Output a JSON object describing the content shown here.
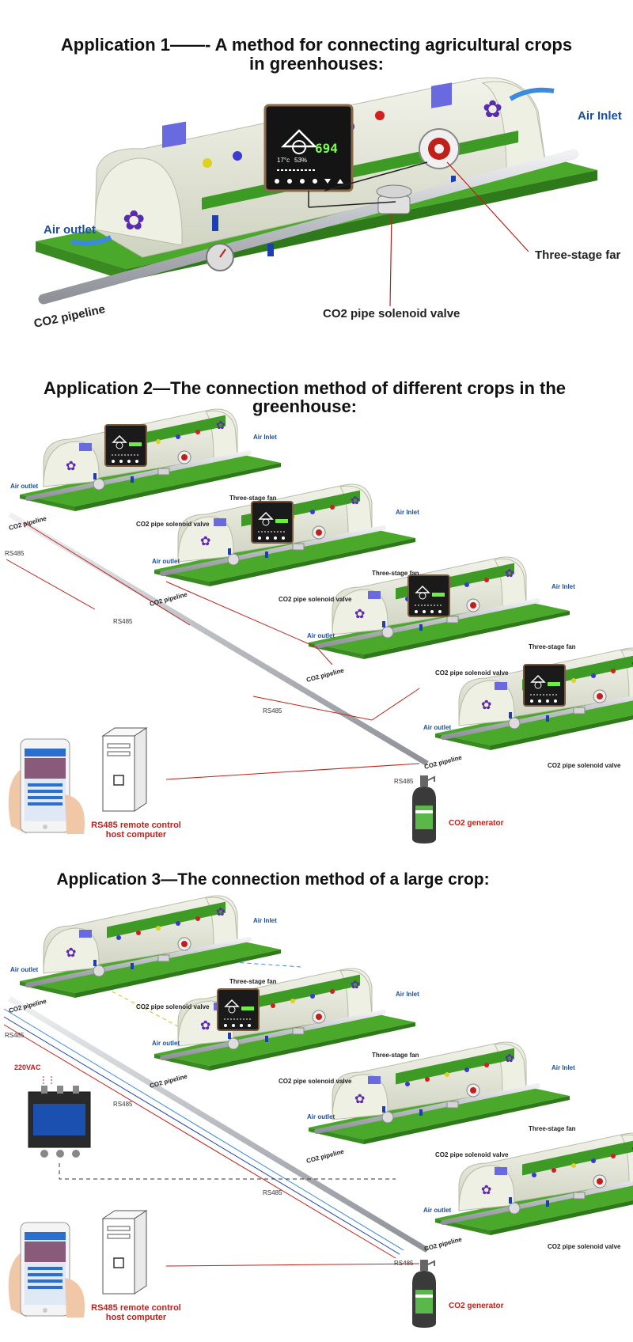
{
  "sections": [
    {
      "title_line1": "Application 1——- A method for connecting agricultural crops",
      "title_line2": "in greenhouses:"
    },
    {
      "title_line1": "Application 2—The connection method of different crops in the",
      "title_line2": "greenhouse:"
    },
    {
      "title_line1": "Application 3—The connection method of a large crop:"
    }
  ],
  "labels": {
    "air_inlet": "Air Inlet",
    "air_inlet_small": "Air Inlet",
    "air_outlet": "Air outlet",
    "three_stage_fan_cut": "Three-stage far",
    "three_stage_fan": "Three-stage fan",
    "co2_pipeline": "CO2 pipeline",
    "co2_valve": "CO2 pipe solenoid valve",
    "rs485": "RS485",
    "remote_line1": "RS485 remote control",
    "remote_line2": "host computer",
    "co2_generator": "CO2 generator",
    "vac": "220VAC"
  },
  "display": {
    "value": "694",
    "temp": "17°c",
    "humidity": "53%"
  },
  "colors": {
    "ground": "#4aa82a",
    "ground_dark": "#2e7a1a",
    "tunnel": "#e4e7d8",
    "pipe": "#c9ccd0",
    "accent_red": "#c0201a",
    "label_blue": "#1a4fa0"
  }
}
